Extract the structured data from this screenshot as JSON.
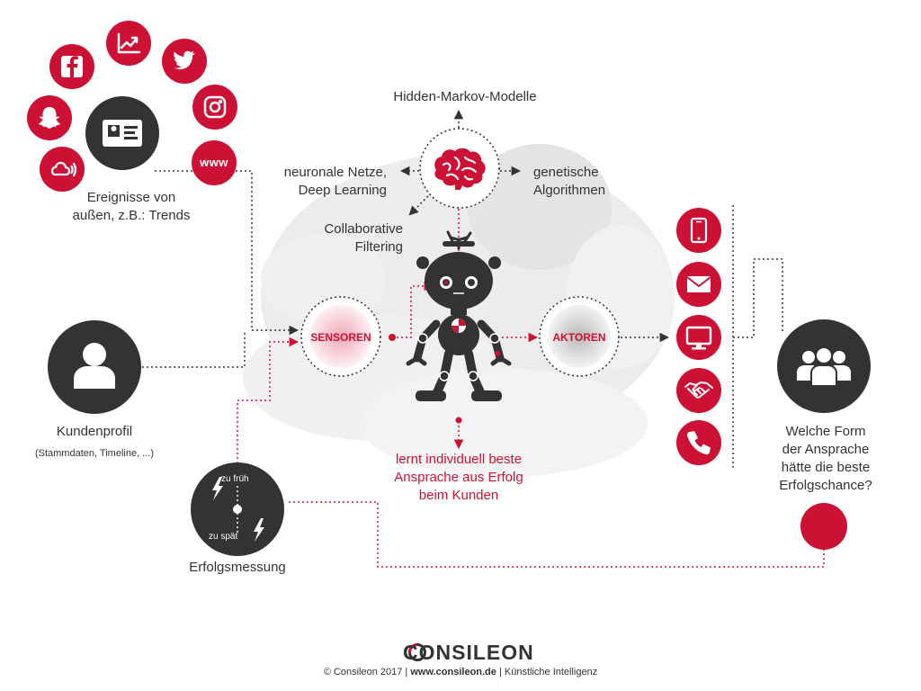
{
  "colors": {
    "red": "#cc1134",
    "dark": "#333333",
    "splash": "#e9e9e9"
  },
  "events": {
    "label_line1": "Ereignisse von",
    "label_line2": "außen, z.B.: Trends",
    "center_icon": "id-card-icon",
    "channel_icons": [
      "facebook-icon",
      "trend-chart-icon",
      "twitter-icon",
      "snapchat-icon",
      "instagram-icon",
      "cloud-sound-icon",
      "www-icon"
    ],
    "www_text": "www"
  },
  "methods": {
    "hidden_markov": "Hidden-Markov-Modelle",
    "neural_line1": "neuronale Netze,",
    "neural_line2": "Deep Learning",
    "genetic_line1": "genetische",
    "genetic_line2": "Algorithmen",
    "collab_line1": "Collaborative",
    "collab_line2": "Filtering",
    "center_icon": "brain-icon"
  },
  "customer": {
    "title": "Kundenprofil",
    "subtitle": "(Stammdaten, Timeline, ...)",
    "icon": "person-icon"
  },
  "sensors": {
    "label": "SENSOREN"
  },
  "actors": {
    "label": "AKTOREN"
  },
  "robot": {
    "icon": "robot-icon"
  },
  "learning": {
    "line1": "lernt individuell beste",
    "line2": "Ansprache aus Erfolg",
    "line3": "beim Kunden"
  },
  "measurement": {
    "label": "Erfolgsmessung",
    "too_early": "zu früh",
    "too_late": "zu spät",
    "icon": "lightning-icon"
  },
  "channels": [
    "smartphone-icon",
    "email-icon",
    "monitor-icon",
    "handshake-icon",
    "phone-icon"
  ],
  "question": {
    "line1": "Welche Form",
    "line2": "der Ansprache",
    "line3": "hätte die beste",
    "line4": "Erfolgschance?",
    "icon": "group-icon"
  },
  "footer": {
    "logo": "CONSILEON",
    "copyright": "© Consileon 2017 |",
    "website": "www.consileon.de",
    "topic": "| Künstliche Intelligenz"
  }
}
